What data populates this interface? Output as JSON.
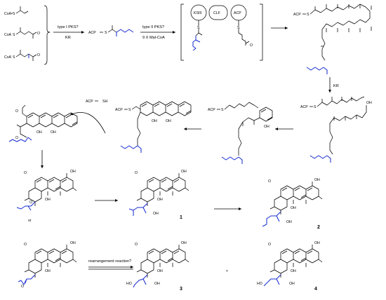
{
  "starters": {
    "row1": "CoA",
    "row2_a": "CoA",
    "row2_b": "O",
    "row3_a": "CoA",
    "row3_b": "O",
    "s_label": "S"
  },
  "arrows": {
    "pks1_top": "type I PKS?",
    "pks1_bottom": "KR",
    "pks2_top": "type II PKS?",
    "pks2_bottom": "9 X Mal-CoA",
    "kr": "KR",
    "acp_release": "ACP",
    "acp_release_sh": "SH",
    "or": "or",
    "rearrangement": "rearrangement reaction?",
    "plus": "+"
  },
  "intermediates": {
    "diketide": "ACP",
    "diketide_s": "S",
    "acp_label": "ACP",
    "s_label": "S",
    "oh": "OH",
    "o": "O",
    "ho": "HO"
  },
  "enzymes": {
    "ksiii": "KSIII",
    "clf": "CLF",
    "acp": "ACP"
  },
  "compounds": [
    "1",
    "2",
    "3",
    "4"
  ]
}
